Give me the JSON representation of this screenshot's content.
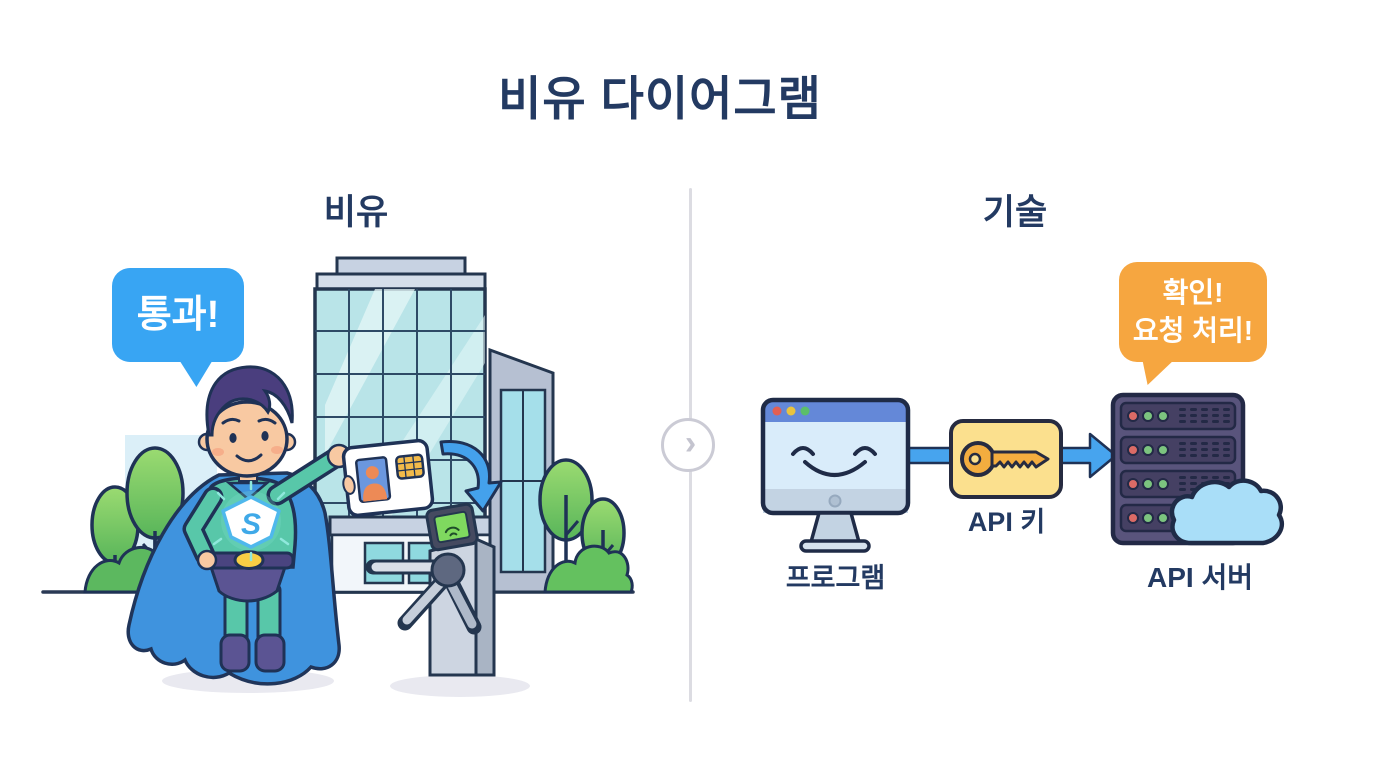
{
  "title": "비유 다이어그램",
  "divider": {
    "chevron": "›"
  },
  "left_panel": {
    "header": "비유",
    "speech_bubble": "통과!",
    "emblem_letter": "S",
    "scene_icons": [
      "speech-bubble",
      "office-building",
      "glass-annex",
      "tree",
      "bush",
      "superhero",
      "id-card",
      "chip",
      "curved-arrow",
      "turnstile",
      "card-reader"
    ]
  },
  "right_panel": {
    "header": "기술",
    "speech_bubble_line1": "확인!",
    "speech_bubble_line2": "요청 처리!",
    "program_label": "프로그램",
    "api_key_label": "API 키",
    "api_server_label": "API 서버",
    "scene_icons": [
      "computer",
      "smiley-face",
      "arrow",
      "key",
      "server-rack",
      "led-lights",
      "cloud"
    ]
  },
  "colors": {
    "title_text": "#233A62",
    "blue_bubble": "#38A5F3",
    "orange_bubble": "#F6A640",
    "arrow_blue": "#47A4EE",
    "key_box": "#FBE08E",
    "key_gold": "#F3AD3F",
    "server_body": "#59547C",
    "server_slot": "#454063",
    "cloud": "#A9DEF8",
    "outline_navy": "#1F2B47",
    "glass_teal": "#B9E4E8",
    "suit_teal": "#58C7A9",
    "cape_blue": "#3F93DE",
    "tree_green": "#7FCB63"
  }
}
